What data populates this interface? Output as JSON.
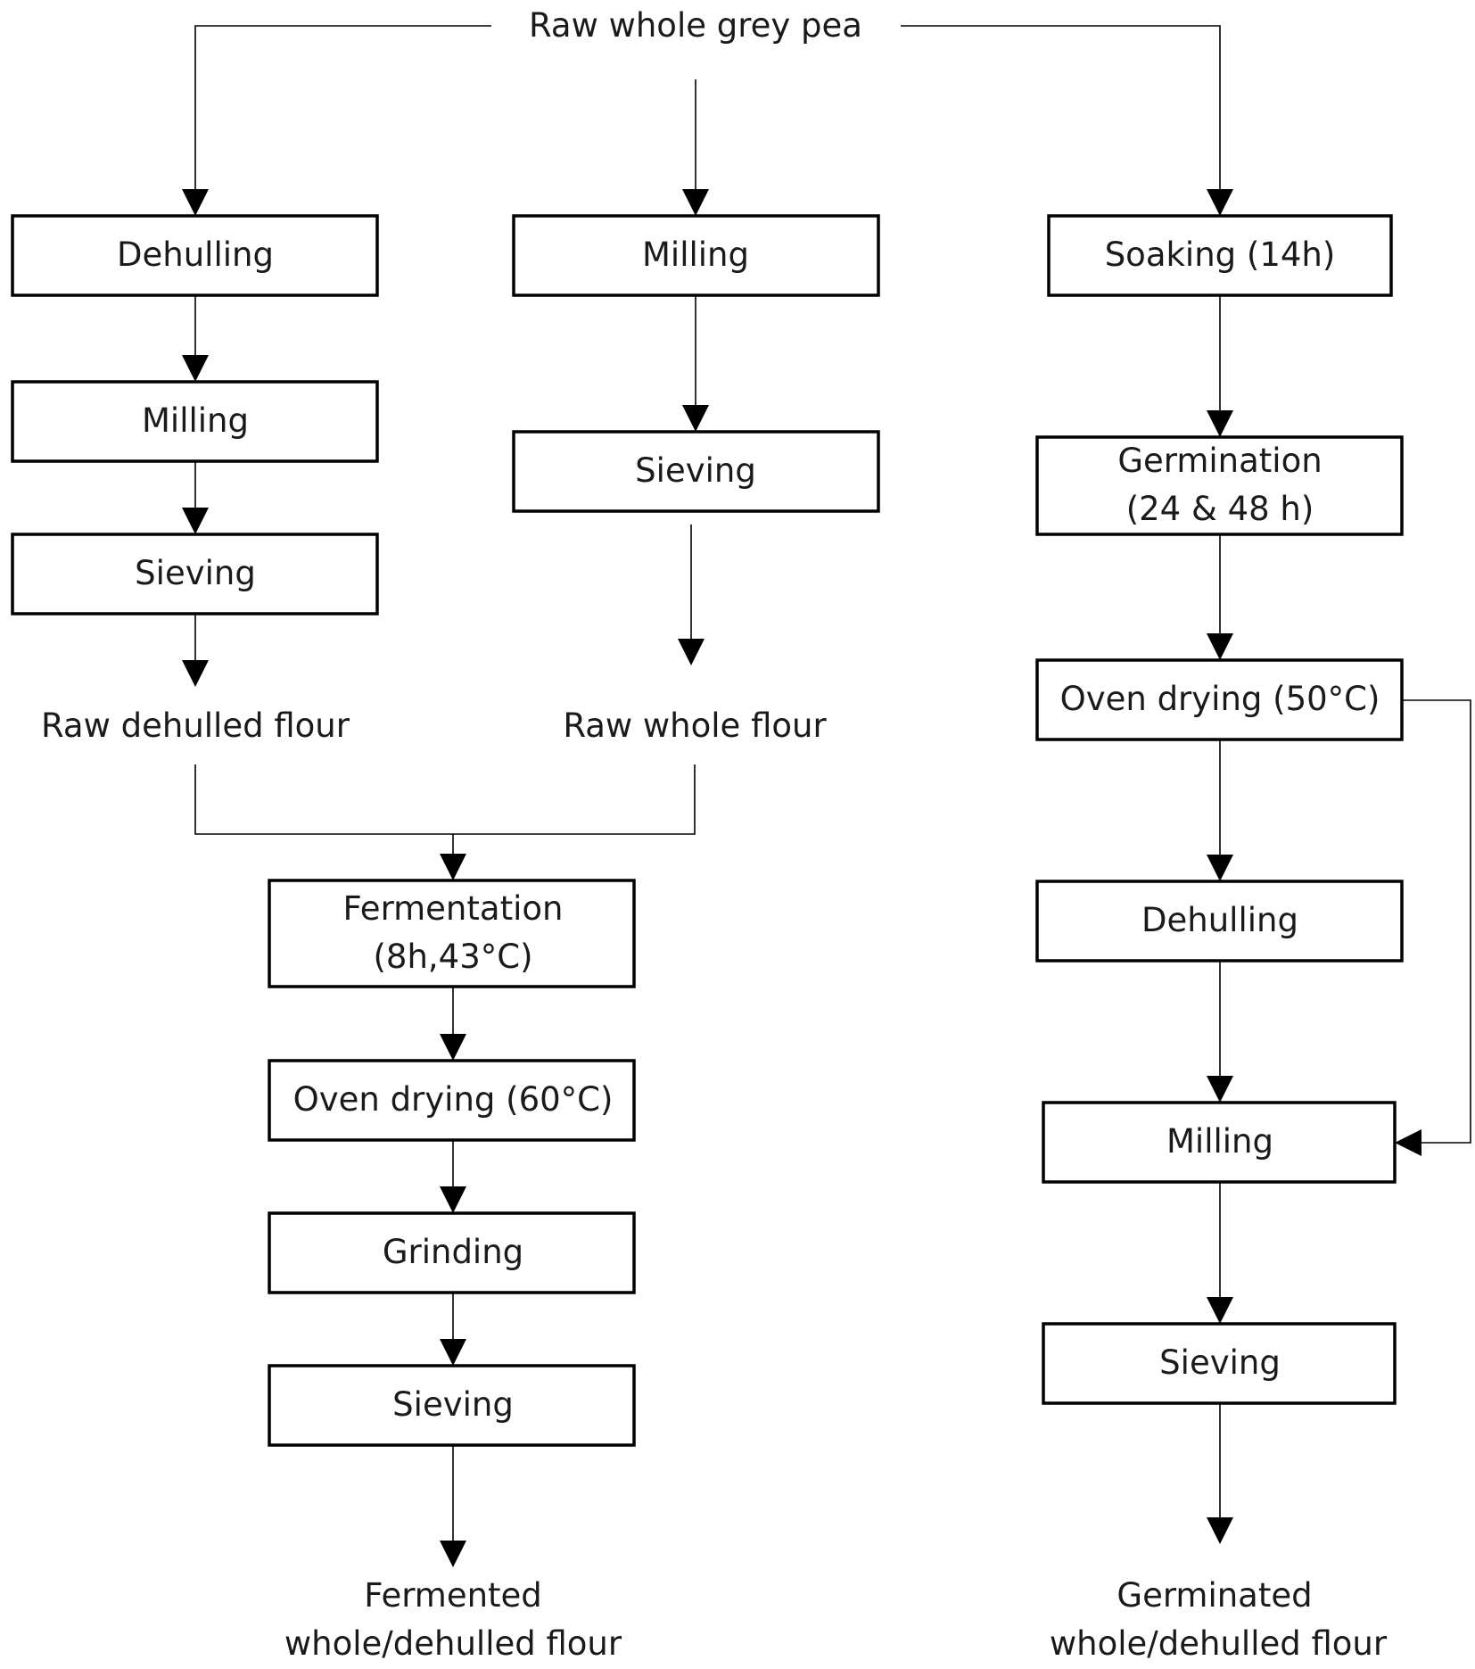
{
  "colors": {
    "stroke": "#000000",
    "text": "#1a1a1a",
    "background": "#ffffff"
  },
  "start": "Raw whole grey pea",
  "left": {
    "dehulling": "Dehulling",
    "milling": "Milling",
    "sieving": "Sieving",
    "output": "Raw dehulled flour"
  },
  "middle": {
    "milling": "Milling",
    "sieving": "Sieving",
    "output": "Raw whole flour"
  },
  "fermentation": {
    "step": [
      "Fermentation",
      "(8h,43°C)"
    ],
    "drying": "Oven drying (60°C)",
    "grinding": "Grinding",
    "sieving": "Sieving",
    "output": [
      "Fermented",
      "whole/dehulled flour"
    ]
  },
  "right": {
    "soaking": "Soaking (14h)",
    "germination": [
      "Germination",
      "(24 & 48 h)"
    ],
    "drying": "Oven drying (50°C)",
    "dehulling": "Dehulling",
    "milling": "Milling",
    "sieving": "Sieving",
    "output": [
      "Germinated",
      "whole/dehulled flour"
    ]
  }
}
